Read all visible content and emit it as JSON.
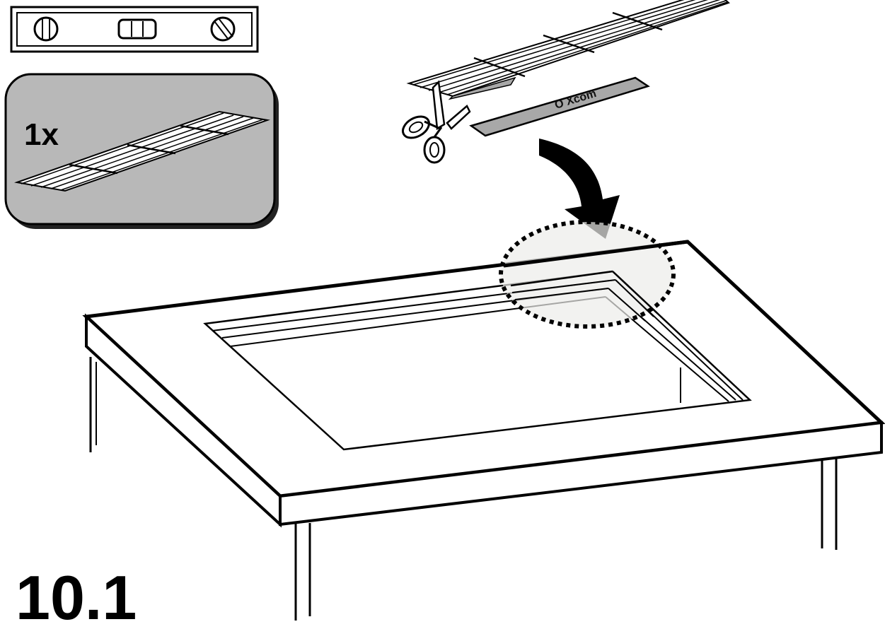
{
  "tools": {
    "spirit_level_icon": "spirit-level-icon",
    "scissors_icon": "scissors-icon"
  },
  "parts_box": {
    "quantity": "1x",
    "part_icon": "shim-strip-icon",
    "background_color": "#b8b8b8"
  },
  "shim_piece": {
    "brand_text": "O Xcom"
  },
  "step": {
    "number": "10.1"
  },
  "colors": {
    "line": "#000000",
    "panel_fill": "#b8b8b8",
    "highlight_fill": "#ededea",
    "shim_fill": "#a8a8a8"
  }
}
